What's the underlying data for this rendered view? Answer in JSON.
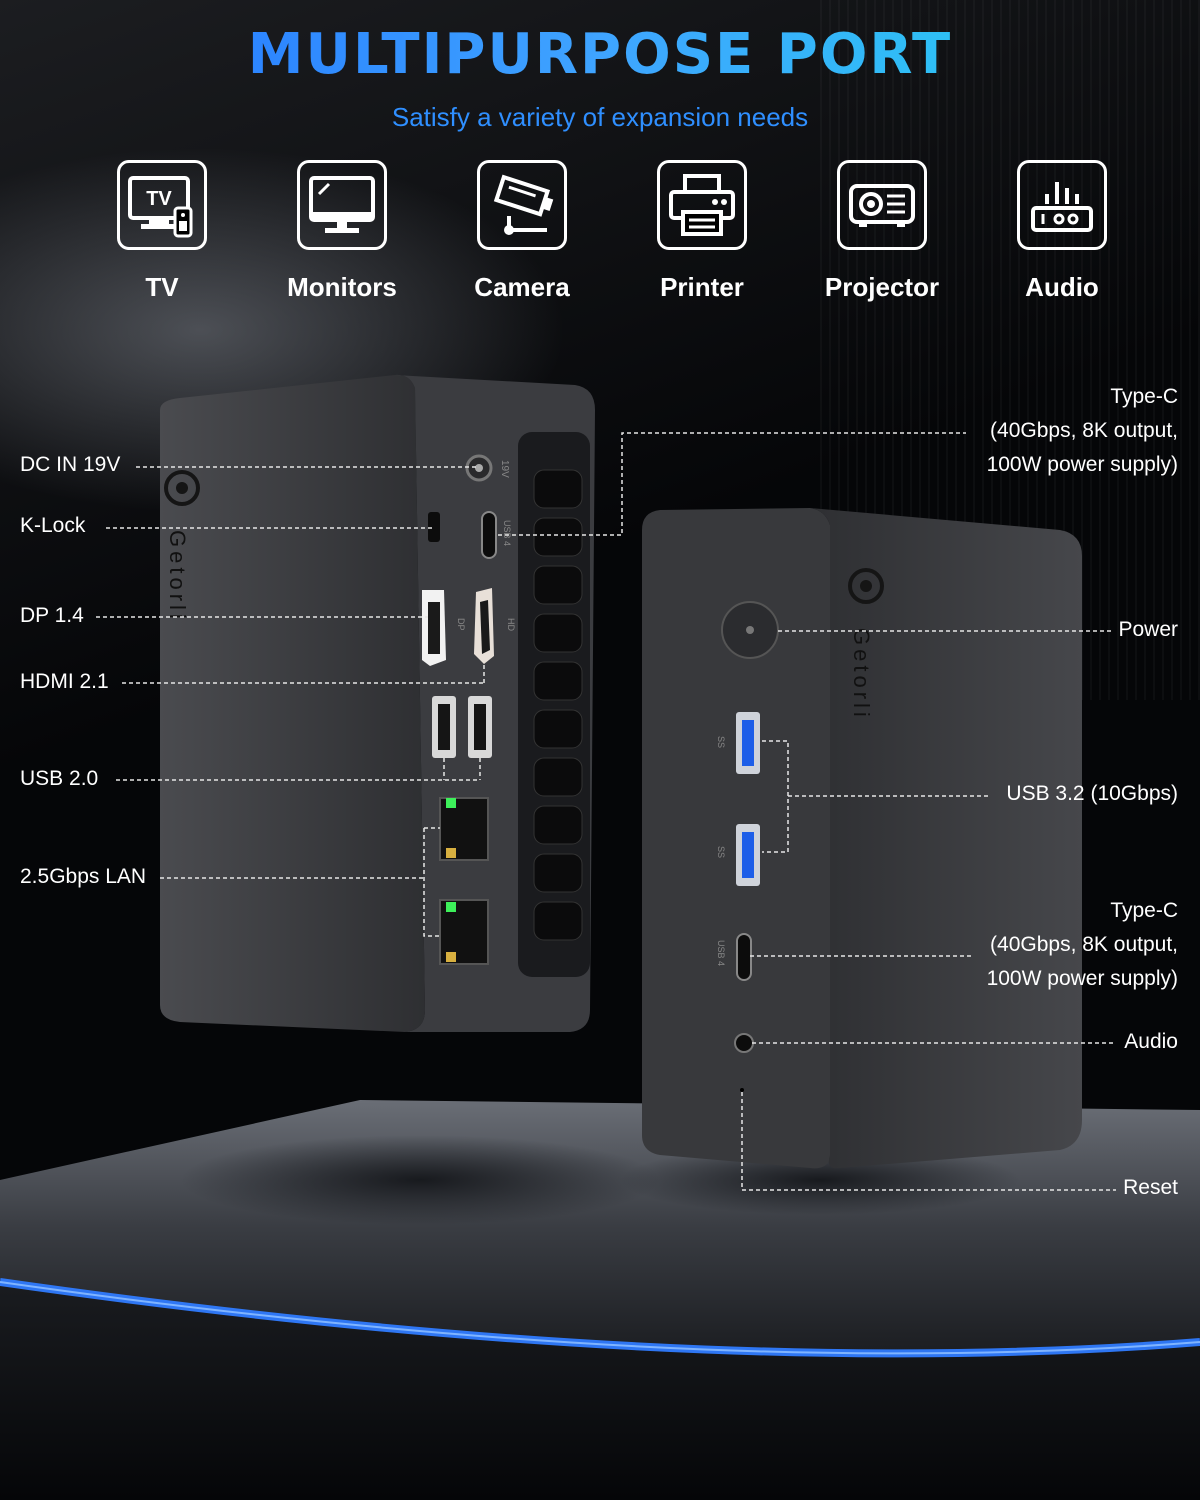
{
  "header": {
    "title": "MULTIPURPOSE PORT",
    "subtitle": "Satisfy a variety of expansion needs"
  },
  "devices": [
    {
      "label": "TV",
      "icon": "tv-icon",
      "icon_text": "TV"
    },
    {
      "label": "Monitors",
      "icon": "monitor-icon"
    },
    {
      "label": "Camera",
      "icon": "camera-icon"
    },
    {
      "label": "Printer",
      "icon": "printer-icon"
    },
    {
      "label": "Projector",
      "icon": "projector-icon"
    },
    {
      "label": "Audio",
      "icon": "audio-icon"
    }
  ],
  "left_unit": {
    "brand": "Getorli",
    "port_markings": {
      "dc": "19V",
      "usb4": "USB 4",
      "dp": "DP",
      "hdmi": "HD"
    },
    "callouts": {
      "dc_in": "DC IN 19V",
      "k_lock": "K-Lock",
      "dp": "DP 1.4",
      "hdmi": "HDMI 2.1",
      "usb2": "USB 2.0",
      "lan": "2.5Gbps LAN"
    },
    "typec_top": {
      "line1": "Type-C",
      "line2": "(40Gbps, 8K output,",
      "line3": "100W power supply)"
    }
  },
  "right_unit": {
    "brand": "Getorli",
    "port_markings": {
      "usb3": "SS",
      "usb4": "USB 4"
    },
    "callouts": {
      "power": "Power",
      "usb32": "USB 3.2 (10Gbps)",
      "audio": "Audio",
      "reset": "Reset"
    },
    "typec": {
      "line1": "Type-C",
      "line2": "(40Gbps, 8K output,",
      "line3": "100W power supply)"
    }
  },
  "colors": {
    "title_gradient_start": "#1f6fff",
    "title_gradient_end": "#22d3ee",
    "subtitle": "#2f8fff",
    "edge_glow": "#2f7bff",
    "device_body": "#3a3b3e",
    "lan_led_green": "#3df05a",
    "usb3_blue": "#1d5ee8"
  }
}
